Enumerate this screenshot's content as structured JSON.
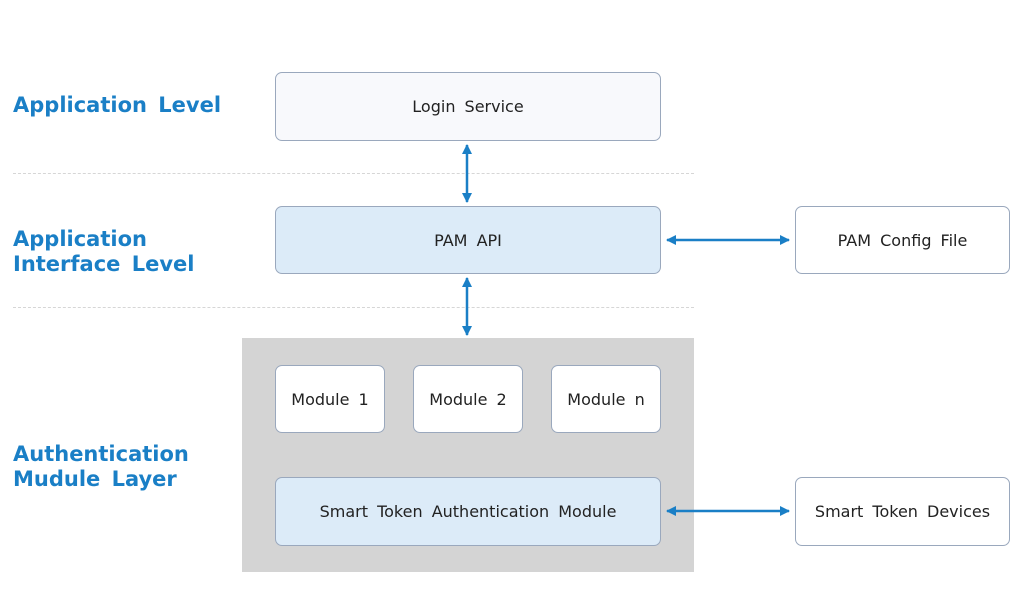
{
  "levels": {
    "application": "Application  Level",
    "interface_line1": "Application",
    "interface_line2": "Interface  Level",
    "module_line1": "Authentication",
    "module_line2": "Mudule  Layer"
  },
  "boxes": {
    "login_service": "Login  Service",
    "pam_api": "PAM  API",
    "pam_config_file": "PAM  Config  File",
    "module_1": "Module 1",
    "module_2": "Module 2",
    "module_n": "Module n",
    "smart_token_module": "Smart  Token  Authentication  Module",
    "smart_token_devices": "Smart  Token  Devices"
  },
  "colors": {
    "label": "#1a7fc6",
    "arrow": "#1a7fc6",
    "module_area": "#d4d4d4",
    "highlight_box": "#dcebf8"
  }
}
